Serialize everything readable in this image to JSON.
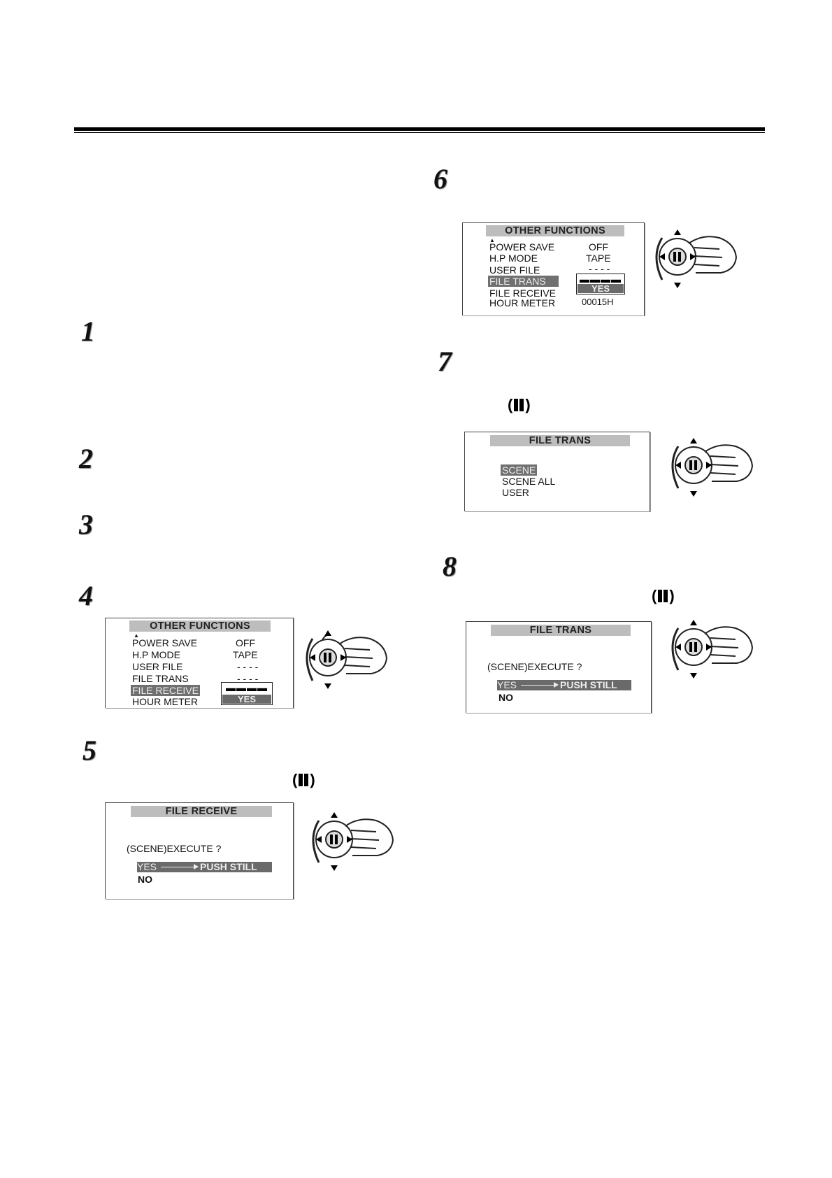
{
  "steps": {
    "s1": "1",
    "s2": "2",
    "s3": "3",
    "s4": "4",
    "s5": "5",
    "s6": "6",
    "s7": "7",
    "s8": "8"
  },
  "button_icon": {
    "open": "(",
    "close": ")",
    "name": "pause-still-button-icon"
  },
  "screen_step4": {
    "title": "OTHER  FUNCTIONS",
    "rows": [
      "POWER SAVE",
      "H.P MODE",
      "USER FILE",
      "FILE TRANS",
      "FILE RECEIVE",
      "HOUR METER"
    ],
    "values": [
      "OFF",
      "TAPE",
      "- - - -",
      "- - - -"
    ],
    "option_dash": "▬▬▬▬",
    "option_yes": "YES",
    "highlighted_row": "FILE RECEIVE"
  },
  "screen_step5": {
    "title": "FILE RECEIVE",
    "prompt": "(SCENE)EXECUTE ?",
    "yes": "YES",
    "push": "PUSH  STILL",
    "no": "NO"
  },
  "screen_step6": {
    "title": "OTHER  FUNCTIONS",
    "rows": [
      "POWER SAVE",
      "H.P MODE",
      "USER FILE",
      "FILE TRANS",
      "FILE RECEIVE",
      "HOUR METER"
    ],
    "values": [
      "OFF",
      "TAPE",
      "- - - -"
    ],
    "option_dash": "▬▬▬▬",
    "option_yes": "YES",
    "hour_value": "00015H",
    "highlighted_row": "FILE TRANS"
  },
  "screen_step7": {
    "title": "FILE TRANS",
    "items": [
      "SCENE",
      "SCENE ALL",
      "USER"
    ]
  },
  "screen_step8": {
    "title": "FILE TRANS",
    "prompt": "(SCENE)EXECUTE ?",
    "yes": "YES",
    "push": "PUSH  STILL",
    "no": "NO"
  }
}
